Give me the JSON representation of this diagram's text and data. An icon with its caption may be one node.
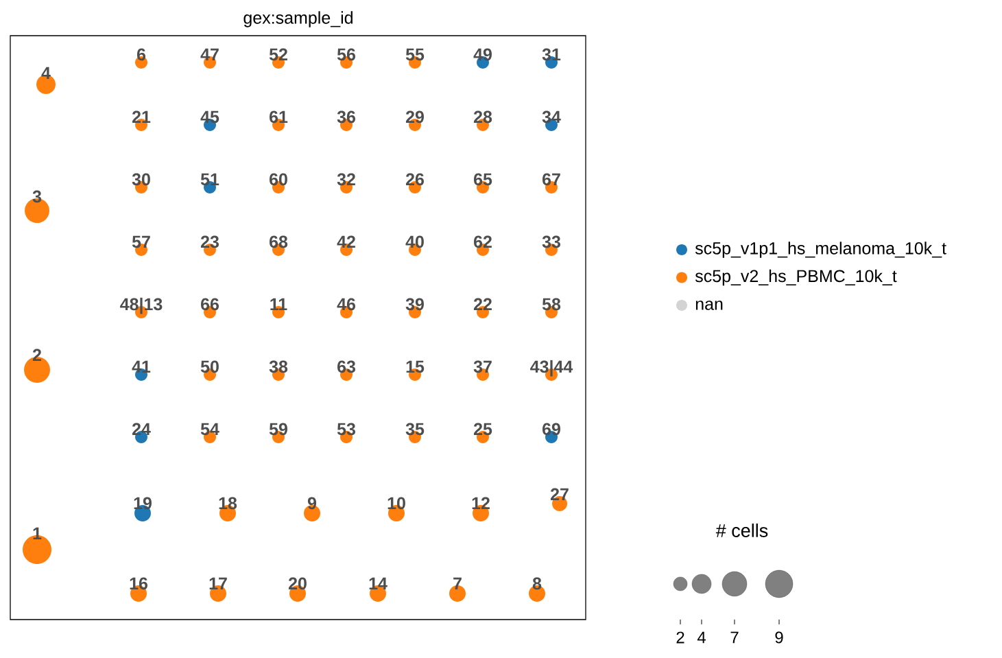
{
  "diagram": {
    "title": "gex:sample_id",
    "nodes": [
      {
        "text": [
          "6"
        ]
      },
      {
        "text": [
          "47"
        ]
      },
      {
        "text": [
          "52"
        ]
      },
      {
        "text": [
          "56"
        ]
      },
      {
        "text": [
          "55"
        ]
      },
      {
        "text": [
          "49"
        ]
      },
      {
        "text": [
          "31"
        ]
      },
      {
        "text": [
          "4"
        ]
      },
      {
        "text": [
          "21"
        ]
      },
      {
        "text": [
          "45"
        ]
      },
      {
        "text": [
          "61"
        ]
      },
      {
        "text": [
          "36"
        ]
      },
      {
        "text": [
          "29"
        ]
      },
      {
        "text": [
          "28"
        ]
      },
      {
        "text": [
          "34"
        ]
      },
      {
        "text": [
          "30"
        ]
      },
      {
        "text": [
          "51"
        ]
      },
      {
        "text": [
          "60"
        ]
      },
      {
        "text": [
          "32"
        ]
      },
      {
        "text": [
          "26"
        ]
      },
      {
        "text": [
          "65"
        ]
      },
      {
        "text": [
          "67"
        ]
      },
      {
        "text": [
          "3"
        ]
      },
      {
        "text": [
          "57"
        ]
      },
      {
        "text": [
          "23"
        ]
      },
      {
        "text": [
          "68"
        ]
      },
      {
        "text": [
          "42"
        ]
      },
      {
        "text": [
          "40"
        ]
      },
      {
        "text": [
          "62"
        ]
      },
      {
        "text": [
          "33"
        ]
      },
      {
        "text": [
          "48|13"
        ]
      },
      {
        "text": [
          "66"
        ]
      },
      {
        "text": [
          "11"
        ]
      },
      {
        "text": [
          "46"
        ]
      },
      {
        "text": [
          "39"
        ]
      },
      {
        "text": [
          "22"
        ]
      },
      {
        "text": [
          "58"
        ]
      },
      {
        "text": [
          "2"
        ]
      },
      {
        "text": [
          "41"
        ]
      },
      {
        "text": [
          "50"
        ]
      },
      {
        "text": [
          "38"
        ]
      },
      {
        "text": [
          "63"
        ]
      },
      {
        "text": [
          "15"
        ]
      },
      {
        "text": [
          "37"
        ]
      },
      {
        "text": [
          "43|44"
        ]
      },
      {
        "text": [
          "24"
        ]
      },
      {
        "text": [
          "54"
        ]
      },
      {
        "text": [
          "59"
        ]
      },
      {
        "text": [
          "53"
        ]
      },
      {
        "text": [
          "35"
        ]
      },
      {
        "text": [
          "25"
        ]
      },
      {
        "text": [
          "69"
        ]
      },
      {
        "text": [
          "27"
        ]
      },
      {
        "text": [
          "19"
        ]
      },
      {
        "text": [
          "18"
        ]
      },
      {
        "text": [
          "9"
        ]
      },
      {
        "text": [
          "10"
        ]
      },
      {
        "text": [
          "12"
        ]
      },
      {
        "text": [
          "1"
        ]
      },
      {
        "text": [
          "16"
        ]
      },
      {
        "text": [
          "17"
        ]
      },
      {
        "text": [
          "20"
        ]
      },
      {
        "text": [
          "14"
        ]
      },
      {
        "text": [
          "7"
        ]
      },
      {
        "text": [
          "8"
        ]
      }
    ],
    "labels": [
      "# cells",
      "2",
      "4",
      "7",
      "9"
    ],
    "legend": [
      {
        "text": "sc5p_v1p1_hs_melanoma_10k_t",
        "color": "#1f77b4"
      },
      {
        "text": "sc5p_v2_hs_PBMC_10k_t",
        "color": "#ff7f0e"
      },
      {
        "text": "nan",
        "color": "#d3d3d3"
      }
    ]
  }
}
